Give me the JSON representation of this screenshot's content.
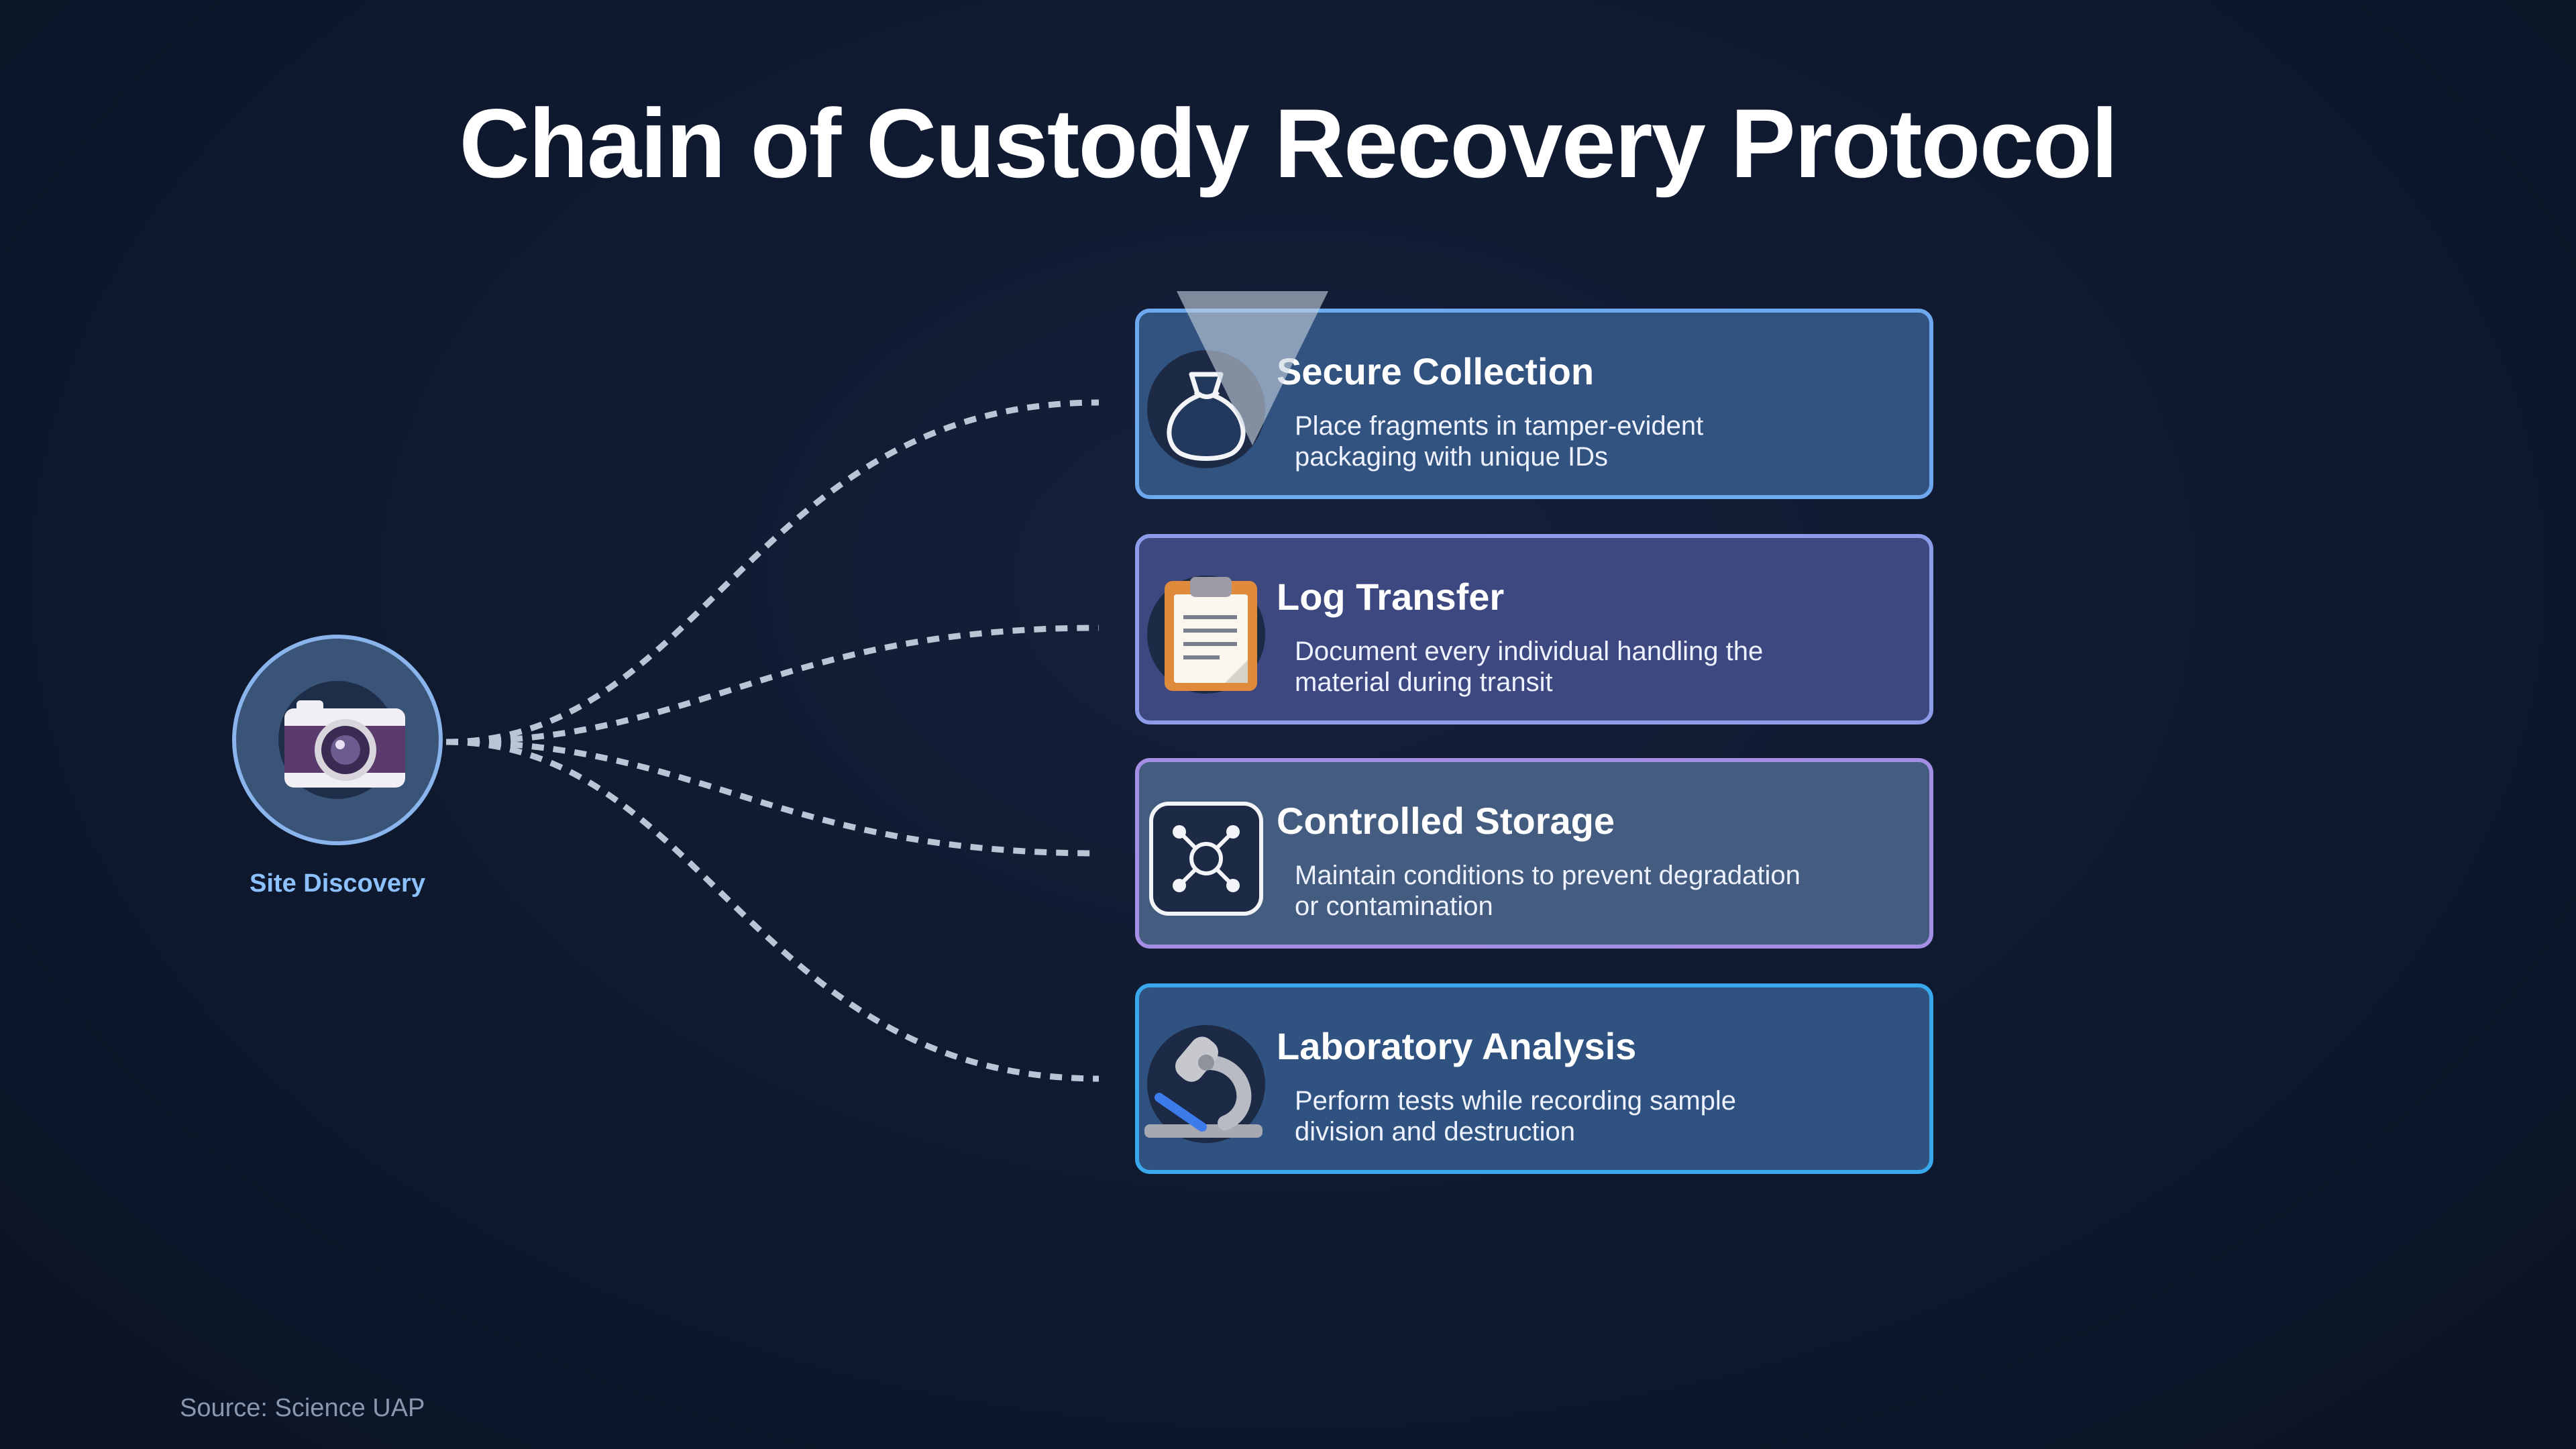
{
  "title": "Chain of Custody Recovery Protocol",
  "hub": {
    "label": "Site Discovery",
    "icon": "camera-icon"
  },
  "steps": [
    {
      "title": "Secure Collection",
      "description": "Place fragments in tamper-evident packaging with unique IDs",
      "icon": "evidence-bag-icon",
      "background": "#32537f",
      "border": "#6ea8ee"
    },
    {
      "title": "Log Transfer",
      "description": "Document every individual handling the material during transit",
      "icon": "clipboard-icon",
      "background": "#3e4880",
      "border": "#8c9ce8"
    },
    {
      "title": "Controlled Storage",
      "description": "Maintain conditions to prevent degradation or contamination",
      "icon": "network-node-icon",
      "background": "#445c80",
      "border": "#a48ee6"
    },
    {
      "title": "Laboratory Analysis",
      "description": "Perform tests while recording sample division and destruction",
      "icon": "microscope-icon",
      "background": "#2f5280",
      "border": "#3aa8ec"
    }
  ],
  "source": "Source: Science UAP",
  "colors": {
    "connector": "#b9c4d4",
    "hub_label": "#8cc0ff",
    "background": "#0f1a30"
  }
}
